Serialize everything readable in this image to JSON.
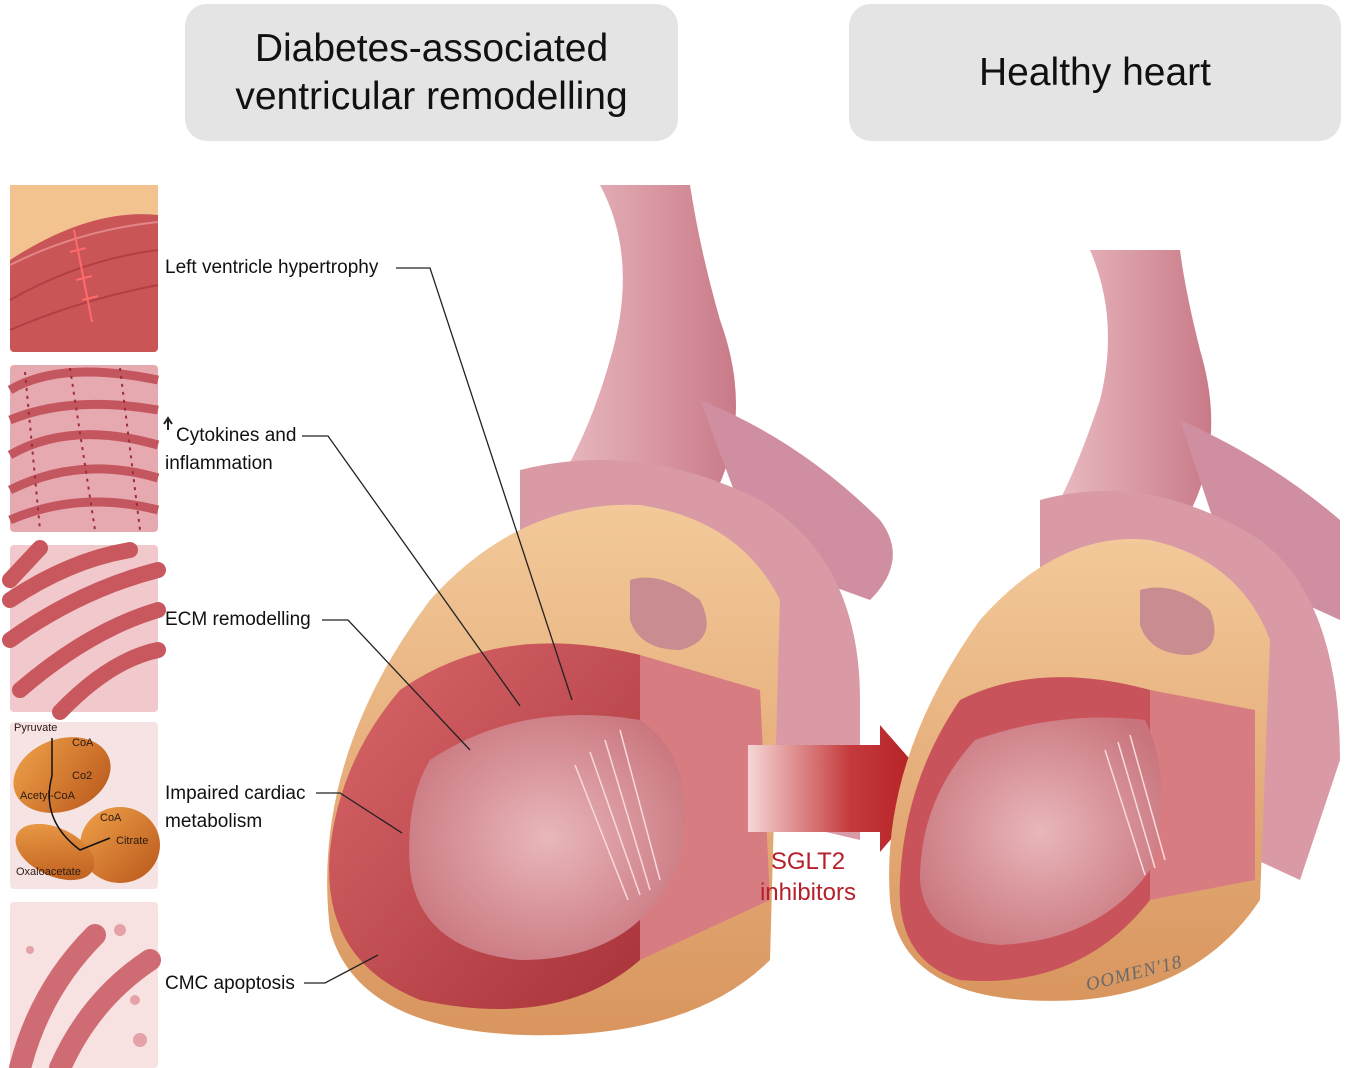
{
  "headers": {
    "left_line1": "Diabetes-associated",
    "left_line2": "ventricular remodelling",
    "right": "Healthy heart"
  },
  "labels": {
    "lv_hypertrophy": "Left ventricle hypertrophy",
    "cytokines_line1": "Cytokines and",
    "cytokines_line2": "inflammation",
    "ecm": "ECM remodelling",
    "metabolism_line1": "Impaired cardiac",
    "metabolism_line2": "metabolism",
    "apoptosis": "CMC apoptosis"
  },
  "mitochondria_panel": {
    "pyruvate": "Pyruvate",
    "coa1": "CoA",
    "co2": "Co2",
    "acetyl_coa": "Acetyl-CoA",
    "coa2": "CoA",
    "citrate": "Citrate",
    "oxaloacetate": "Oxaloacetate"
  },
  "arrow": {
    "line1": "SGLT2",
    "line2": "inhibitors"
  },
  "signature": "OOMEN'18",
  "colors": {
    "header_bg": "#e4e4e4",
    "arrow_red": "#b5202b",
    "myocardium": "#c8474a",
    "epicardium_fat": "#e9b27a",
    "vessel_pink": "#d98fa0"
  }
}
